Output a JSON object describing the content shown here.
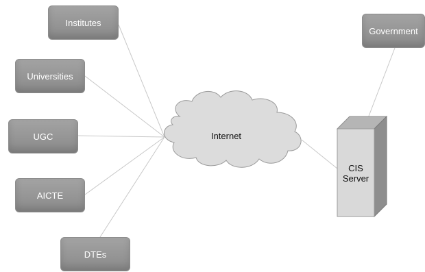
{
  "colors": {
    "node_fill": "#999999",
    "node_text": "#ffffff",
    "line": "#c8c8c8",
    "cloud_fill": "#dcdcdc",
    "cloud_stroke": "#9a9a9a",
    "server_front": "#d9d9d9",
    "server_side": "#8e8e8e"
  },
  "nodes": {
    "institutes": "Institutes",
    "universities": "Universities",
    "ugc": "UGC",
    "aicte": "AICTE",
    "dtes": "DTEs",
    "government": "Government"
  },
  "cloud": {
    "label": "Internet",
    "icon": "cloud-icon"
  },
  "server": {
    "line1": "CIS",
    "line2": "Server",
    "icon": "server-icon"
  }
}
